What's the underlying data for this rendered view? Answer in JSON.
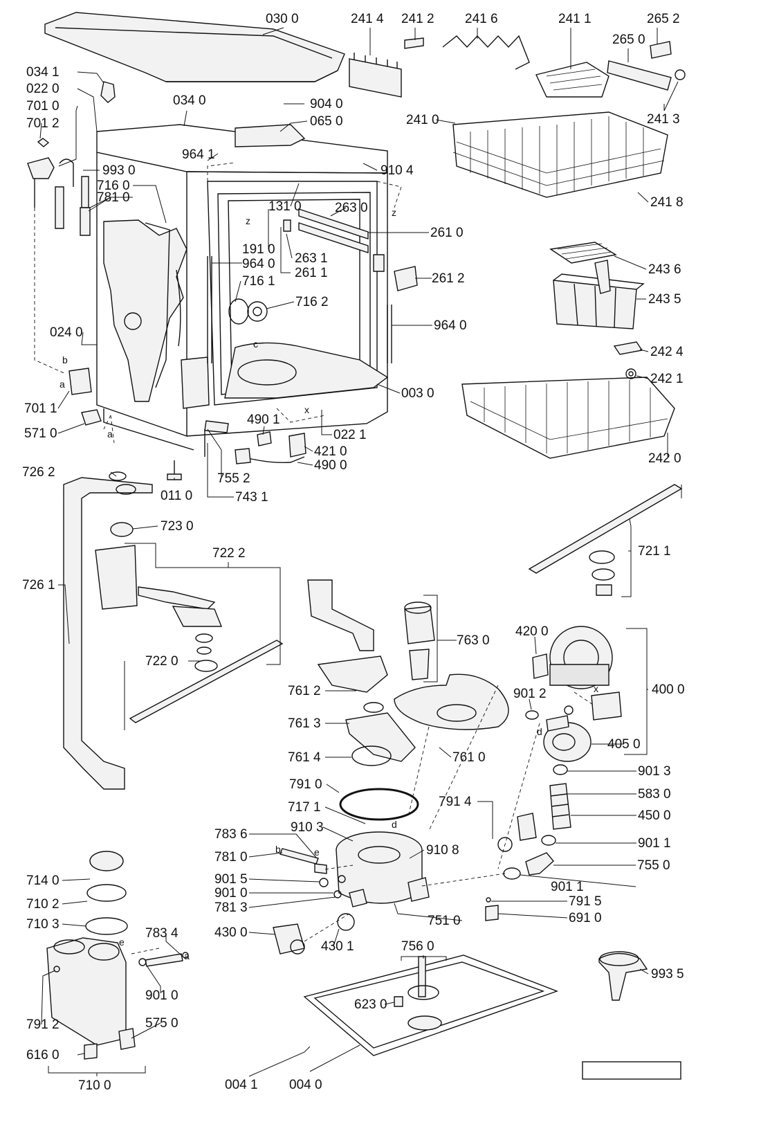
{
  "labels": [
    {
      "id": "030_0",
      "text": "030 0"
    },
    {
      "id": "241_4",
      "text": "241 4"
    },
    {
      "id": "241_2",
      "text": "241 2"
    },
    {
      "id": "241_6",
      "text": "241 6"
    },
    {
      "id": "241_1",
      "text": "241 1"
    },
    {
      "id": "265_2",
      "text": "265 2"
    },
    {
      "id": "265_0",
      "text": "265 0"
    },
    {
      "id": "034_1",
      "text": "034 1"
    },
    {
      "id": "022_0",
      "text": "022 0"
    },
    {
      "id": "701_0",
      "text": "701 0"
    },
    {
      "id": "034_0",
      "text": "034 0"
    },
    {
      "id": "904_0",
      "text": "904 0"
    },
    {
      "id": "065_0",
      "text": "065 0"
    },
    {
      "id": "241_3",
      "text": "241 3"
    },
    {
      "id": "241_0",
      "text": "241 0"
    },
    {
      "id": "701_2",
      "text": "701 2"
    },
    {
      "id": "964_1",
      "text": "964 1"
    },
    {
      "id": "993_0",
      "text": "993 0"
    },
    {
      "id": "910_4",
      "text": "910 4"
    },
    {
      "id": "716_0",
      "text": "716 0"
    },
    {
      "id": "781_0a",
      "text": "781 0"
    },
    {
      "id": "131_0",
      "text": "131 0"
    },
    {
      "id": "263_0",
      "text": "263 0"
    },
    {
      "id": "241_8",
      "text": "241 8"
    },
    {
      "id": "261_0",
      "text": "261 0"
    },
    {
      "id": "191_0",
      "text": "191 0"
    },
    {
      "id": "263_1",
      "text": "263 1"
    },
    {
      "id": "964_0a",
      "text": "964 0"
    },
    {
      "id": "261_1",
      "text": "261 1"
    },
    {
      "id": "243_6",
      "text": "243 6"
    },
    {
      "id": "261_2",
      "text": "261 2"
    },
    {
      "id": "716_1",
      "text": "716 1"
    },
    {
      "id": "716_2",
      "text": "716 2"
    },
    {
      "id": "243_5",
      "text": "243 5"
    },
    {
      "id": "964_0b",
      "text": "964 0"
    },
    {
      "id": "024_0",
      "text": "024 0"
    },
    {
      "id": "242_4",
      "text": "242 4"
    },
    {
      "id": "242_1",
      "text": "242 1"
    },
    {
      "id": "003_0",
      "text": "003 0"
    },
    {
      "id": "701_1",
      "text": "701 1"
    },
    {
      "id": "571_0",
      "text": "571 0"
    },
    {
      "id": "490_1",
      "text": "490 1"
    },
    {
      "id": "022_1",
      "text": "022 1"
    },
    {
      "id": "421_0",
      "text": "421 0"
    },
    {
      "id": "490_0",
      "text": "490 0"
    },
    {
      "id": "242_0",
      "text": "242 0"
    },
    {
      "id": "726_2",
      "text": "726 2"
    },
    {
      "id": "755_2",
      "text": "755 2"
    },
    {
      "id": "011_0",
      "text": "011 0"
    },
    {
      "id": "743_1",
      "text": "743 1"
    },
    {
      "id": "723_0",
      "text": "723 0"
    },
    {
      "id": "722_2",
      "text": "722 2"
    },
    {
      "id": "721_1",
      "text": "721 1"
    },
    {
      "id": "726_1",
      "text": "726 1"
    },
    {
      "id": "763_0",
      "text": "763 0"
    },
    {
      "id": "420_0",
      "text": "420 0"
    },
    {
      "id": "722_0",
      "text": "722 0"
    },
    {
      "id": "761_2",
      "text": "761 2"
    },
    {
      "id": "901_2",
      "text": "901 2"
    },
    {
      "id": "400_0",
      "text": "400 0"
    },
    {
      "id": "761_3",
      "text": "761 3"
    },
    {
      "id": "405_0",
      "text": "405 0"
    },
    {
      "id": "761_4",
      "text": "761 4"
    },
    {
      "id": "761_0",
      "text": "761 0"
    },
    {
      "id": "901_3",
      "text": "901 3"
    },
    {
      "id": "791_0",
      "text": "791 0"
    },
    {
      "id": "583_0",
      "text": "583 0"
    },
    {
      "id": "791_4",
      "text": "791 4"
    },
    {
      "id": "717_1",
      "text": "717 1"
    },
    {
      "id": "450_0",
      "text": "450 0"
    },
    {
      "id": "910_3",
      "text": "910 3"
    },
    {
      "id": "783_6",
      "text": "783 6"
    },
    {
      "id": "910_8",
      "text": "910 8"
    },
    {
      "id": "901_1a",
      "text": "901 1"
    },
    {
      "id": "781_0b",
      "text": "781 0"
    },
    {
      "id": "755_0",
      "text": "755 0"
    },
    {
      "id": "714_0",
      "text": "714 0"
    },
    {
      "id": "901_5",
      "text": "901 5"
    },
    {
      "id": "901_1b",
      "text": "901 1"
    },
    {
      "id": "710_2",
      "text": "710 2"
    },
    {
      "id": "901_0a",
      "text": "901 0"
    },
    {
      "id": "781_3",
      "text": "781 3"
    },
    {
      "id": "791_5",
      "text": "791 5"
    },
    {
      "id": "751_0",
      "text": "751 0"
    },
    {
      "id": "691_0",
      "text": "691 0"
    },
    {
      "id": "710_3",
      "text": "710 3"
    },
    {
      "id": "783_4",
      "text": "783 4"
    },
    {
      "id": "430_0",
      "text": "430 0"
    },
    {
      "id": "430_1",
      "text": "430 1"
    },
    {
      "id": "756_0",
      "text": "756 0"
    },
    {
      "id": "993_5",
      "text": "993 5"
    },
    {
      "id": "901_0b",
      "text": "901 0"
    },
    {
      "id": "623_0",
      "text": "623 0"
    },
    {
      "id": "791_2",
      "text": "791 2"
    },
    {
      "id": "575_0",
      "text": "575 0"
    },
    {
      "id": "616_0",
      "text": "616 0"
    },
    {
      "id": "710_0",
      "text": "710 0"
    },
    {
      "id": "004_1",
      "text": "004 1"
    },
    {
      "id": "004_0",
      "text": "004 0"
    }
  ],
  "markers": [
    {
      "id": "m_z1",
      "text": "z"
    },
    {
      "id": "m_z2",
      "text": "z"
    },
    {
      "id": "m_b1",
      "text": "b"
    },
    {
      "id": "m_a1",
      "text": "a"
    },
    {
      "id": "m_a2",
      "text": "a"
    },
    {
      "id": "m_c",
      "text": "c"
    },
    {
      "id": "m_x1",
      "text": "x"
    },
    {
      "id": "m_x2",
      "text": "x"
    },
    {
      "id": "m_d1",
      "text": "d"
    },
    {
      "id": "m_d2",
      "text": "d"
    },
    {
      "id": "m_b2",
      "text": "b"
    },
    {
      "id": "m_e1",
      "text": "e"
    },
    {
      "id": "m_e2",
      "text": "e"
    },
    {
      "id": "m_a3",
      "text": "a"
    }
  ]
}
